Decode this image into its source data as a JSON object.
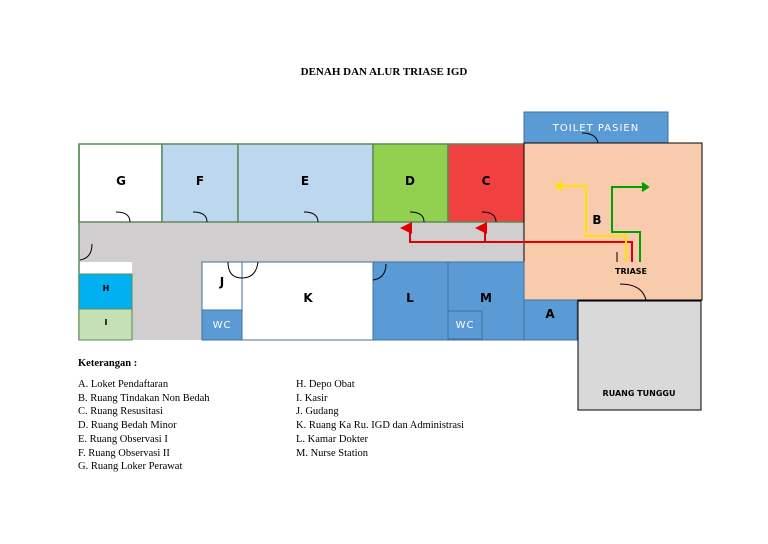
{
  "title": "DENAH DAN ALUR TRIASE IGD",
  "colors": {
    "border_green": "#5b8c5a",
    "room_white": "#ffffff",
    "room_light_blue": "#bdd7ee",
    "room_green": "#92d050",
    "room_red": "#f04040",
    "room_peach": "#f8cbad",
    "room_blue": "#5b9bd5",
    "room_cyan": "#00b0f0",
    "room_pale_green": "#c5e0b4",
    "corridor": "#d0cece",
    "waiting": "#d9d9d9",
    "arrow_red": "#e00000",
    "arrow_yellow": "#ffe000",
    "arrow_green": "#00a000"
  },
  "plan": {
    "toilet": "TOILET PASIEN",
    "triase": "TRIASE",
    "waiting_room": "RUANG TUNGGU",
    "wc_1": "WC",
    "wc_2": "WC",
    "rooms": {
      "G": "G",
      "F": "F",
      "E": "E",
      "D": "D",
      "C": "C",
      "B": "B",
      "H": "H",
      "I": "I",
      "J": "J",
      "K": "K",
      "L": "L",
      "M": "M",
      "A": "A"
    }
  },
  "legend": {
    "title": "Keterangan :",
    "left": [
      "A.  Loket Pendaftaran",
      "B.   Ruang Tindakan Non Bedah",
      "C.  Ruang Resusitasi",
      "D.  Ruang Bedah Minor",
      "E.  Ruang Observasi I",
      "F.  Ruang Observasi II",
      "G.  Ruang Loker Perawat"
    ],
    "right": [
      "H.  Depo Obat",
      "I.   Kasir",
      "J.   Gudang",
      "K.  Ruang Ka Ru. IGD dan Administrasi",
      "L.   Kamar Dokter",
      "M.  Nurse Station"
    ]
  }
}
